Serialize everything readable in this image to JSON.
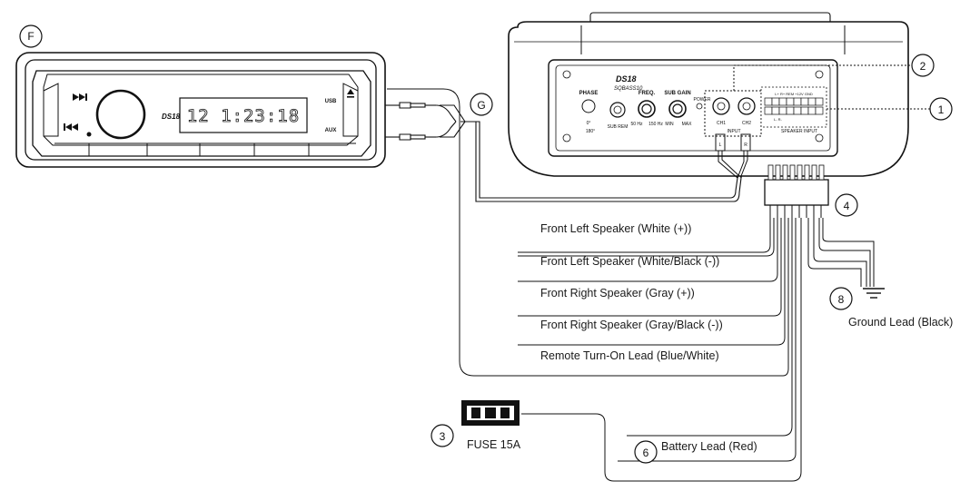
{
  "head_unit": {
    "display_time": "12 1:23:18",
    "brand": "DS18",
    "usb_label": "USB",
    "aux_label": "AUX",
    "next_icon": "skip-forward-icon",
    "prev_icon": "skip-back-icon",
    "eject_icon": "eject-icon"
  },
  "amplifier": {
    "brand": "DS18",
    "model": "SQBASS10",
    "phase_label": "PHASE",
    "phase_0": "0°",
    "phase_180": "180°",
    "sub_rem": "SUB REM",
    "freq_label": "FREQ.",
    "freq_min": "50 Hz",
    "freq_max": "150 Hz",
    "gain_label": "SUB GAIN",
    "gain_min": "MIN",
    "gain_max": "MAX",
    "power_label": "POWER",
    "ch1": "CH1",
    "ch2": "CH2",
    "input_label": "INPUT",
    "plug_l": "L",
    "plug_r": "R",
    "speaker_input": "SPEAKER INPUT",
    "terminal_top": "L+  R+  REM  +12V  GND",
    "terminal_bottom": "L-  R-"
  },
  "callouts": {
    "c1": "1",
    "c2": "2",
    "c3": "3",
    "c4": "4",
    "c6": "6",
    "c8": "8",
    "cF": "F",
    "cG": "G"
  },
  "wire_labels": {
    "front_left_pos": "Front Left Speaker (White (+))",
    "front_left_neg": "Front Left Speaker (White/Black (-))",
    "front_right_pos": "Front Right Speaker (Gray (+))",
    "front_right_neg": "Front Right Speaker (Gray/Black (-))",
    "remote": "Remote Turn-On Lead (Blue/White)",
    "battery": "Battery Lead (Red)",
    "ground": "Ground Lead (Black)",
    "fuse": "FUSE 15A"
  },
  "icons": {
    "ground_symbol": "ground-icon",
    "fuse_symbol": "fuse-icon",
    "rca_plug": "rca-plug-icon"
  }
}
